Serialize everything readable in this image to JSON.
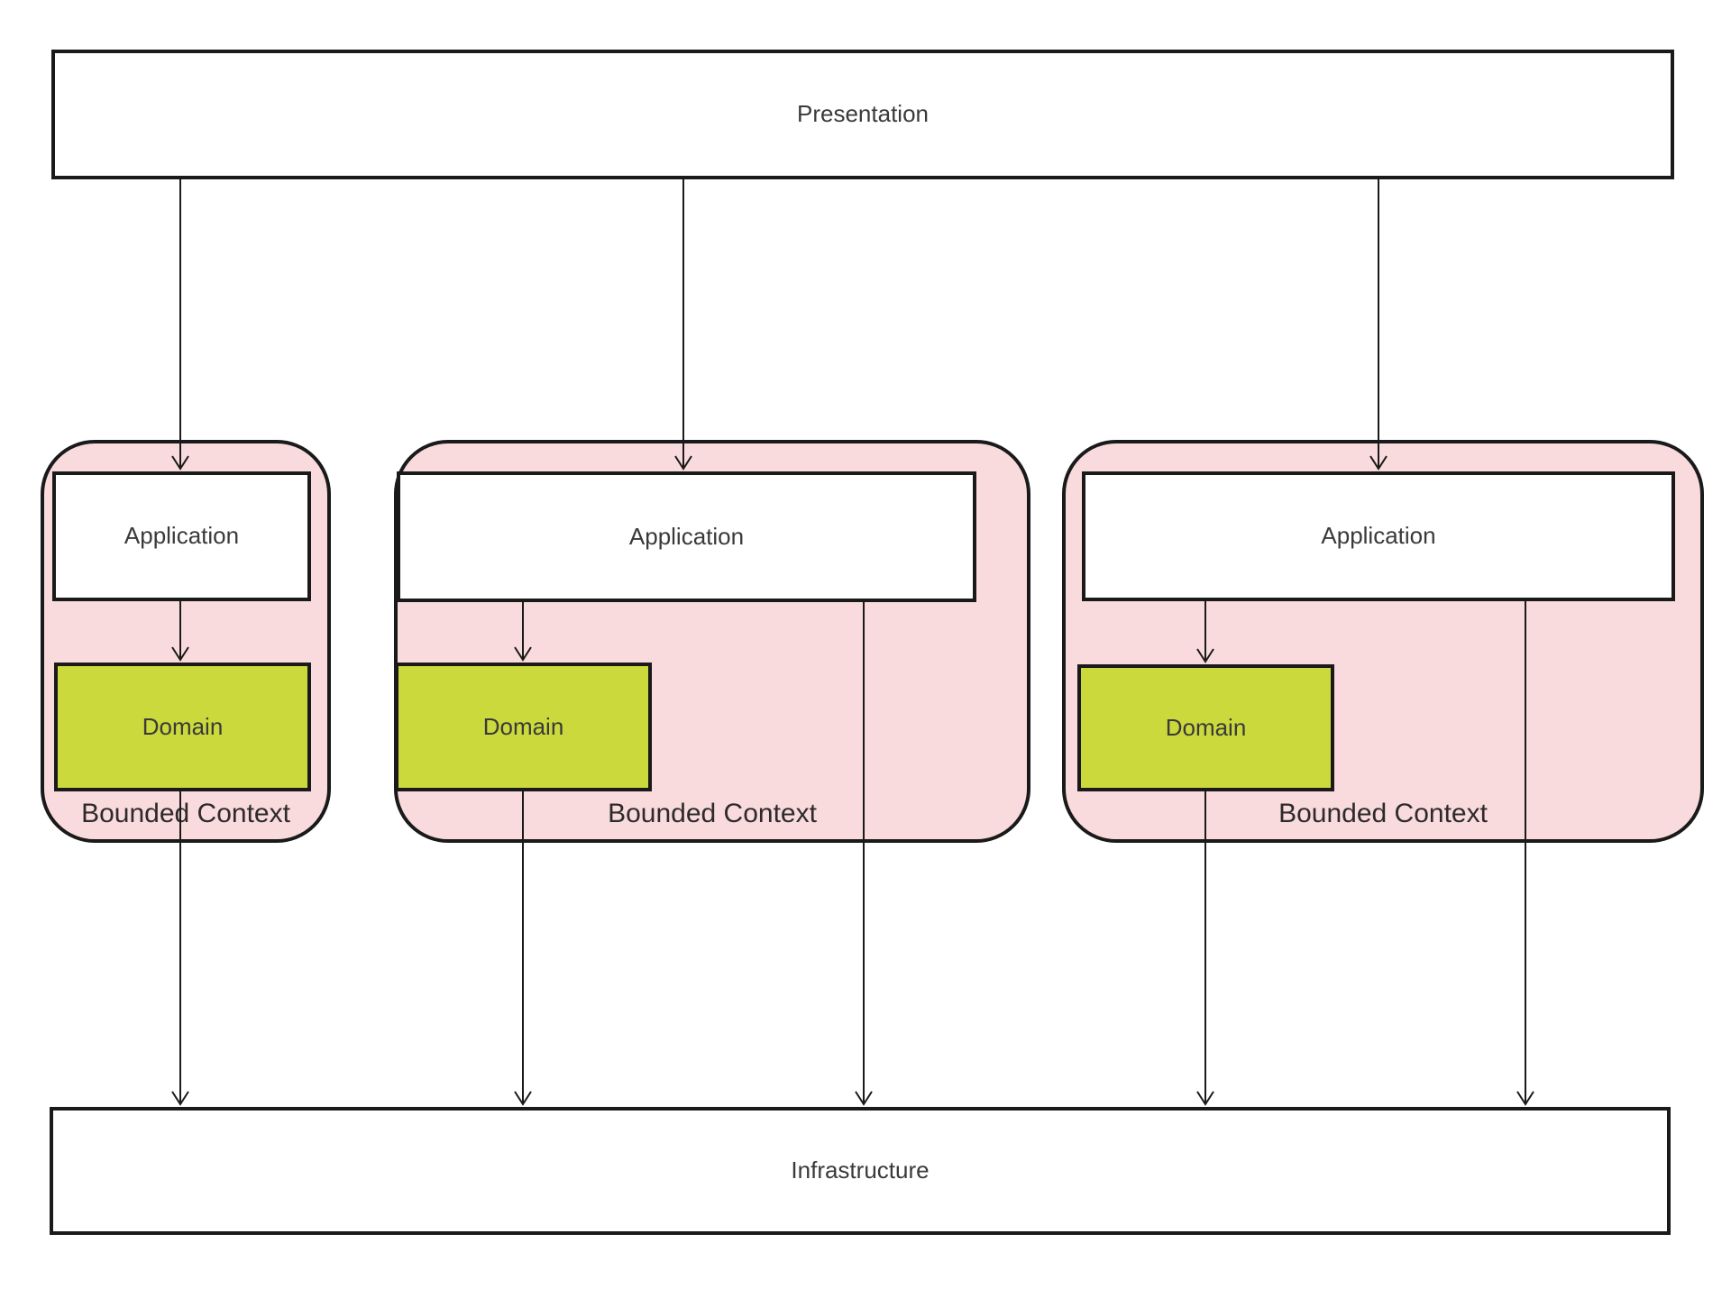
{
  "layers": {
    "presentation": {
      "label": "Presentation"
    },
    "infrastructure": {
      "label": "Infrastructure"
    }
  },
  "contexts": [
    {
      "context_label": "Bounded Context",
      "application_label": "Application",
      "domain_label": "Domain"
    },
    {
      "context_label": "Bounded Context",
      "application_label": "Application",
      "domain_label": "Domain"
    },
    {
      "context_label": "Bounded Context",
      "application_label": "Application",
      "domain_label": "Domain"
    }
  ],
  "colors": {
    "context_fill": "#fadbdd",
    "domain_fill": "#cbd93c",
    "box_fill": "#ffffff",
    "border": "#1a1a1a",
    "label_text": "#3a3a3a",
    "context_label_text": "#2d2a2b",
    "arrow": "#1a1a1a",
    "background": "#ffffff"
  }
}
